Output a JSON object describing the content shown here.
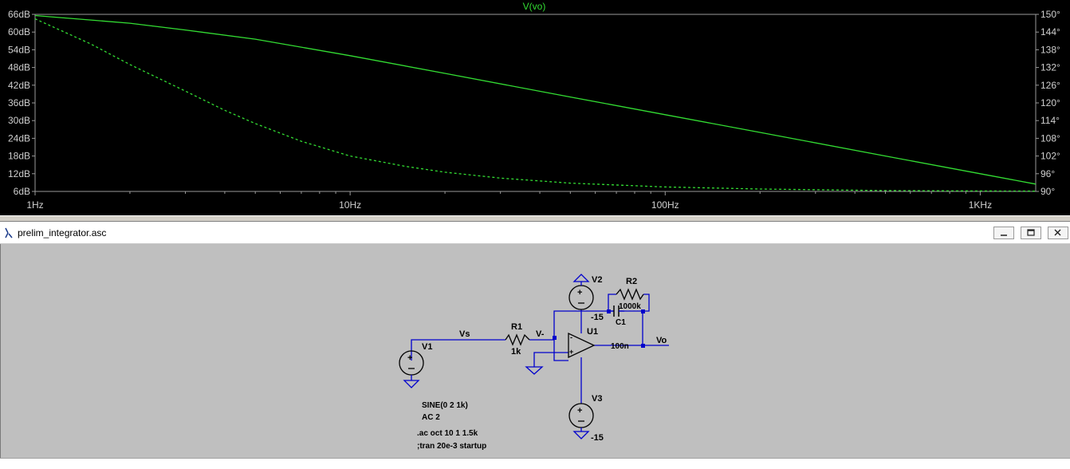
{
  "plot": {
    "trace_label": "V(vo)",
    "colors": {
      "background": "#000000",
      "trace": "#33dd33",
      "grid": "#9a9a9a",
      "axis_text": "#d0d0d0"
    },
    "chart_data": {
      "type": "line",
      "title": "V(vo)",
      "x_scale": "log",
      "x_range_hz": [
        1,
        1500
      ],
      "x_tick_labels": [
        "1Hz",
        "10Hz",
        "100Hz",
        "1KHz"
      ],
      "x_tick_values_hz": [
        1,
        10,
        100,
        1000
      ],
      "y_left_range_db": [
        6,
        66
      ],
      "y_left_tick_labels": [
        "66dB",
        "60dB",
        "54dB",
        "48dB",
        "42dB",
        "36dB",
        "30dB",
        "24dB",
        "18dB",
        "12dB",
        "6dB"
      ],
      "y_left_tick_values_db": [
        66,
        60,
        54,
        48,
        42,
        36,
        30,
        24,
        18,
        12,
        6
      ],
      "y_right_range_deg": [
        90,
        150
      ],
      "y_right_tick_labels": [
        "150°",
        "144°",
        "138°",
        "132°",
        "126°",
        "120°",
        "114°",
        "108°",
        "102°",
        "96°",
        "90°"
      ],
      "y_right_tick_values_deg": [
        150,
        144,
        138,
        132,
        126,
        120,
        114,
        108,
        102,
        96,
        90
      ],
      "series": [
        {
          "name": "V(vo)",
          "kind": "magnitude",
          "axis": "left",
          "style": "solid",
          "points": [
            [
              1,
              65.6
            ],
            [
              2,
              63.0
            ],
            [
              3,
              60.7
            ],
            [
              5,
              57.6
            ],
            [
              10,
              52.0
            ],
            [
              20,
              46.0
            ],
            [
              50,
              38.0
            ],
            [
              100,
              32.0
            ],
            [
              200,
              26.0
            ],
            [
              500,
              18.0
            ],
            [
              1000,
              12.0
            ],
            [
              1500,
              8.5
            ]
          ]
        },
        {
          "name": "V(vo)",
          "kind": "phase",
          "axis": "right",
          "style": "dashed",
          "points": [
            [
              1,
              148.5
            ],
            [
              1.5,
              140.0
            ],
            [
              2,
              133.0
            ],
            [
              3,
              124.0
            ],
            [
              4,
              117.5
            ],
            [
              5,
              113.0
            ],
            [
              7,
              107.0
            ],
            [
              10,
              102.0
            ],
            [
              15,
              98.5
            ],
            [
              20,
              96.5
            ],
            [
              30,
              94.5
            ],
            [
              50,
              92.8
            ],
            [
              100,
              91.5
            ],
            [
              200,
              90.8
            ],
            [
              500,
              90.3
            ],
            [
              1000,
              90.15
            ],
            [
              1500,
              90.1
            ]
          ]
        }
      ]
    }
  },
  "schematic_window": {
    "title": "prelim_integrator.asc",
    "labels": {
      "v2": "V2",
      "v2_value": "-15",
      "r2": "R2",
      "r2_value": "1000k",
      "c1": "C1",
      "c1_value": "100n",
      "r1": "R1",
      "r1_value": "1k",
      "u1": "U1",
      "v1": "V1",
      "v1_value": "SINE(0 2 1k)",
      "v1_ac": "AC 2",
      "v3": "V3",
      "v3_value": "-15",
      "vs_net": "Vs",
      "vminus_net": "V-",
      "vo_net": "Vo",
      "opamp_minus": "-",
      "opamp_plus": "+",
      "directive_ac": ".ac oct 10 1 1.5k",
      "directive_tran": ";tran 20e-3 startup"
    },
    "colors": {
      "canvas": "#bfbfbf",
      "wire": "#0000cc",
      "junction": "#0000cc",
      "text": "#000000"
    }
  }
}
